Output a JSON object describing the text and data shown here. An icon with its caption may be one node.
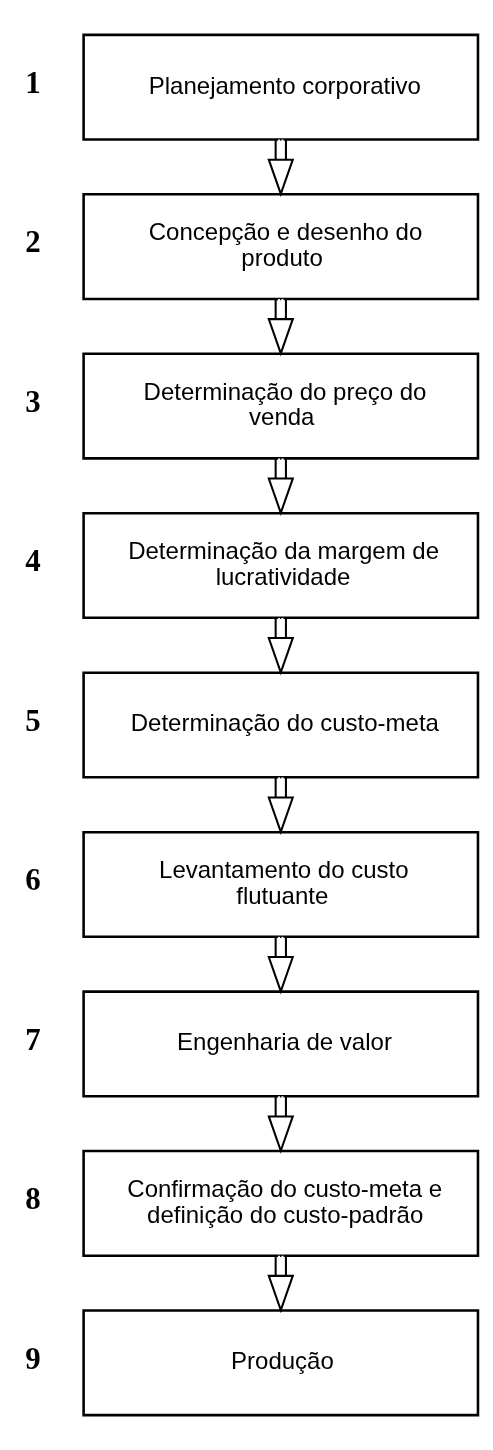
{
  "diagram": {
    "nodes": [
      {
        "text": [
          "Planejamento corporativo"
        ],
        "beside": [
          "1"
        ]
      },
      {
        "text": [
          "Concepção e desenho do produto"
        ],
        "beside": [
          "2"
        ]
      },
      {
        "text": [
          "Determinação do preço do venda"
        ],
        "beside": [
          "3"
        ]
      },
      {
        "text": [
          "Determinação da margem de lucratividade"
        ],
        "beside": [
          "4"
        ]
      },
      {
        "text": [
          "Determinação do custo-meta"
        ],
        "beside": [
          "5"
        ]
      },
      {
        "text": [
          "Levantamento do custo flutuante"
        ],
        "beside": [
          "6"
        ]
      },
      {
        "text": [
          "Engenharia de valor"
        ],
        "beside": [
          "7"
        ]
      },
      {
        "text": [
          "Confirmação do custo-meta e definição do custo-padrão"
        ],
        "beside": [
          "8"
        ]
      },
      {
        "text": [
          "Produção"
        ],
        "beside": [
          "9"
        ]
      }
    ],
    "edges": [
      {
        "from": 0,
        "to": 1,
        "arrow": "to"
      },
      {
        "from": 1,
        "to": 2,
        "arrow": "to"
      },
      {
        "from": 2,
        "to": 3,
        "arrow": "to"
      },
      {
        "from": 3,
        "to": 4,
        "arrow": "to"
      },
      {
        "from": 4,
        "to": 5,
        "arrow": "to"
      },
      {
        "from": 5,
        "to": 6,
        "arrow": "to"
      },
      {
        "from": 6,
        "to": 7,
        "arrow": "to"
      },
      {
        "from": 7,
        "to": 8,
        "arrow": "to"
      }
    ]
  }
}
